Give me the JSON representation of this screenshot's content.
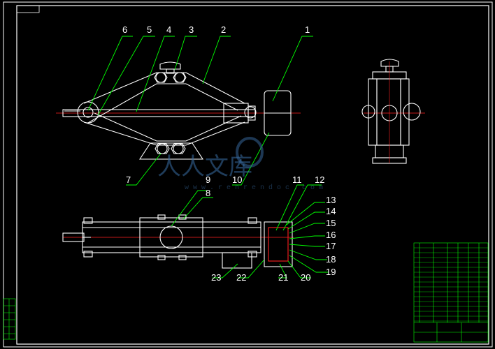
{
  "drawing": {
    "part_labels": [
      "1",
      "2",
      "3",
      "4",
      "5",
      "6",
      "7",
      "8",
      "9",
      "10",
      "11",
      "12",
      "13",
      "14",
      "15",
      "16",
      "17",
      "18",
      "19",
      "20",
      "21",
      "22",
      "23"
    ]
  },
  "watermark": {
    "main": "人人文库",
    "sub": "w w w . r e n r e n d o c . c o m"
  },
  "colors": {
    "background": "#000000",
    "border": "#ffffff",
    "leader": "#00ff00",
    "centerline": "#ff2020",
    "table": "#00ff00"
  }
}
